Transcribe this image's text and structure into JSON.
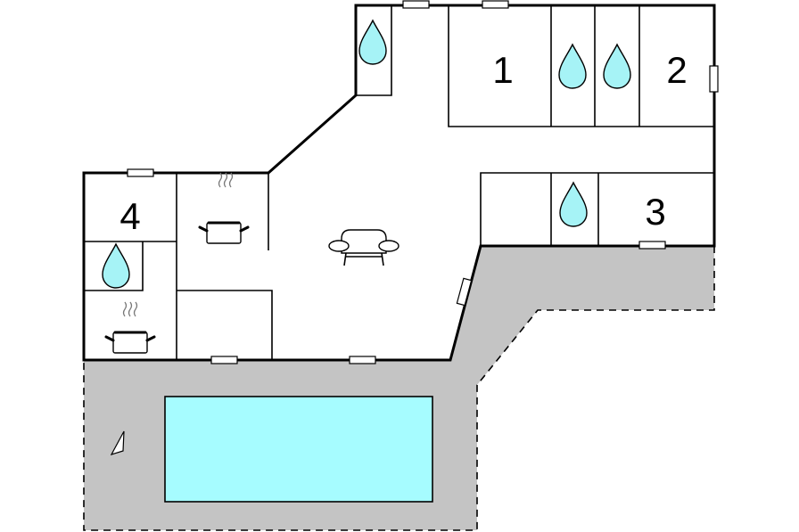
{
  "rooms": [
    {
      "id": "bedroom-1",
      "label": "1"
    },
    {
      "id": "bedroom-2",
      "label": "2"
    },
    {
      "id": "bedroom-3",
      "label": "3"
    },
    {
      "id": "bedroom-4",
      "label": "4"
    }
  ],
  "icons": {
    "bathroom": "water-drop-icon",
    "kitchen": "cooking-pot-icon",
    "living": "sofa-icon",
    "orientation": "north-arrow-icon"
  },
  "colors": {
    "pool": "#a6fcff",
    "bath_drop": "#a6f3f6",
    "terrace": "#c4c4c4",
    "walls": "#000000",
    "background": "#ffffff"
  }
}
